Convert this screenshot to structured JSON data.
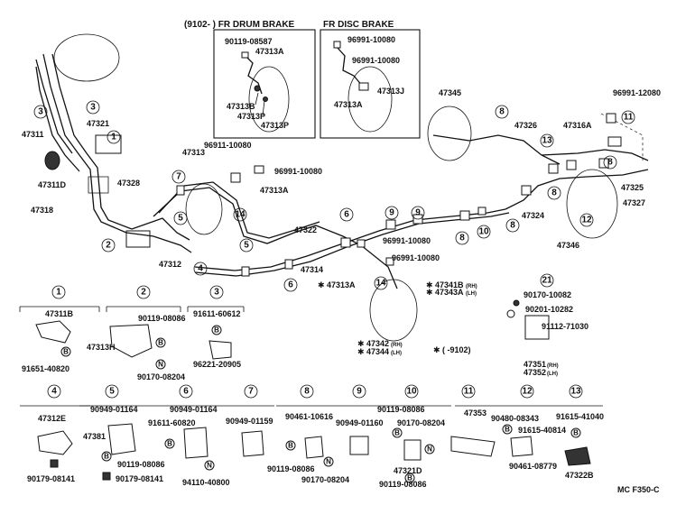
{
  "insets": {
    "drum_title": "(9102-        ) FR DRUM BRAKE",
    "disc_title": "FR DISC BRAKE"
  },
  "labels": {
    "p_90119_08587": "90119-08587",
    "p_47313a_1": "47313A",
    "p_47313b": "47313B",
    "p_47313p_1": "47313P",
    "p_47313p_2": "47313P",
    "p_96991_10080_a": "96991-10080",
    "p_96991_10080_b": "96991-10080",
    "p_47313j": "47313J",
    "p_47313a_2": "47313A",
    "p_47345": "47345",
    "p_96991_12080": "96991-12080",
    "p_47326": "47326",
    "p_47316a": "47316A",
    "p_47325": "47325",
    "p_47327": "47327",
    "p_47346": "47346",
    "p_47324": "47324",
    "p_47321": "47321",
    "p_47311": "47311",
    "p_47311d": "47311D",
    "p_47328": "47328",
    "p_47318": "47318",
    "p_47313": "47313",
    "p_96911_10080": "96911-10080",
    "p_96991_10080_c": "96991-10080",
    "p_47313a_3": "47313A",
    "p_47312": "47312",
    "p_47322": "47322",
    "p_47314": "47314",
    "p_96991_10080_d": "96991-10080",
    "p_96991_10080_e": "96991-10080",
    "p_47313a_4": "47313A",
    "p_47341b": "47341B",
    "p_47343a": "47343A",
    "p_rh_1": "(RH)",
    "p_lh_1": "(LH)",
    "p_47342": "47342",
    "p_47344": "47344",
    "p_rh_2": "(RH)",
    "p_lh_2": "(LH)",
    "p_9102": "(    -9102)",
    "p_90170_10082": "90170-10082",
    "p_90201_10282": "90201-10282",
    "p_91112_71030": "91112-71030",
    "p_47351": "47351",
    "p_47352": "47352",
    "p_rh_3": "(RH)",
    "p_lh_3": "(LH)",
    "d1_47311b": "47311B",
    "d1_91651_40820": "91651-40820",
    "d2_90119_08086": "90119-08086",
    "d2_47313h": "47313H",
    "d2_90170_08204": "90170-08204",
    "d3_91611_60612": "91611-60612",
    "d3_96221_20905": "96221-20905",
    "d4_47312e": "47312E",
    "d4_90179_08141": "90179-08141",
    "d5_90949_01164": "90949-01164",
    "d5_47381": "47381",
    "d5_90119_08086": "90119-08086",
    "d5_90179_08141": "90179-08141",
    "d6_90949_01164": "90949-01164",
    "d6_91611_60820": "91611-60820",
    "d6_94110_40800": "94110-40800",
    "d7_90949_01159": "90949-01159",
    "d8_90461_10616": "90461-10616",
    "d8_90119_08086": "90119-08086",
    "d8_90170_08204": "90170-08204",
    "d9_90949_01160": "90949-01160",
    "d10_90119_08086": "90119-08086",
    "d10_90170_08204": "90170-08204",
    "d10_47321d": "47321D",
    "d10_90119_08086b": "90119-08086",
    "d11_47353": "47353",
    "d12_90480_08343": "90480-08343",
    "d12_91615_40814": "91615-40814",
    "d12_90461_08779": "90461-08779",
    "d13_91615_41040": "91615-41040",
    "d13_47322b": "47322B",
    "footer_code": "MC F350-C"
  },
  "callouts": {
    "n1": "1",
    "n2": "2",
    "n3": "3",
    "n4": "4",
    "n5": "5",
    "n6": "6",
    "n7": "7",
    "n8": "8",
    "n9": "9",
    "n10": "10",
    "n11": "11",
    "n12": "12",
    "n13": "13",
    "n14": "14",
    "n21": "21"
  },
  "letters": {
    "b": "B",
    "n": "N"
  },
  "asterisk": "✱"
}
